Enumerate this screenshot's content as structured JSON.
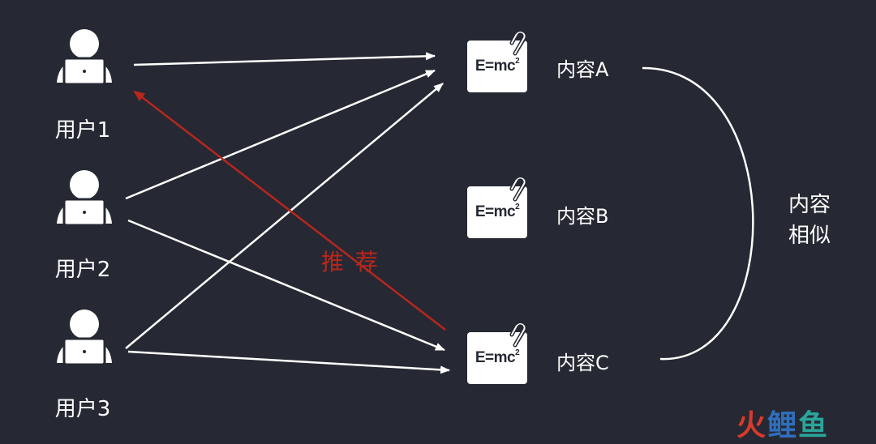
{
  "users": [
    {
      "label": "用户1"
    },
    {
      "label": "用户2"
    },
    {
      "label": "用户3"
    }
  ],
  "contents": [
    {
      "formula_base": "E=mc",
      "formula_exp": "2",
      "label": "内容A"
    },
    {
      "formula_base": "E=mc",
      "formula_exp": "2",
      "label": "内容B"
    },
    {
      "formula_base": "E=mc",
      "formula_exp": "2",
      "label": "内容C"
    }
  ],
  "similarity_label_line1": "内容",
  "similarity_label_line2": "相似",
  "recommend_label": "推荐",
  "watermark": {
    "part1": "火",
    "part2": "鲤",
    "part3": "鱼"
  },
  "colors": {
    "background": "#262933",
    "edge": "#ffffff",
    "recommend": "#b8261d"
  },
  "icons": {
    "user": "user-laptop-icon",
    "content": "formula-card-icon",
    "clip": "paperclip-icon"
  }
}
